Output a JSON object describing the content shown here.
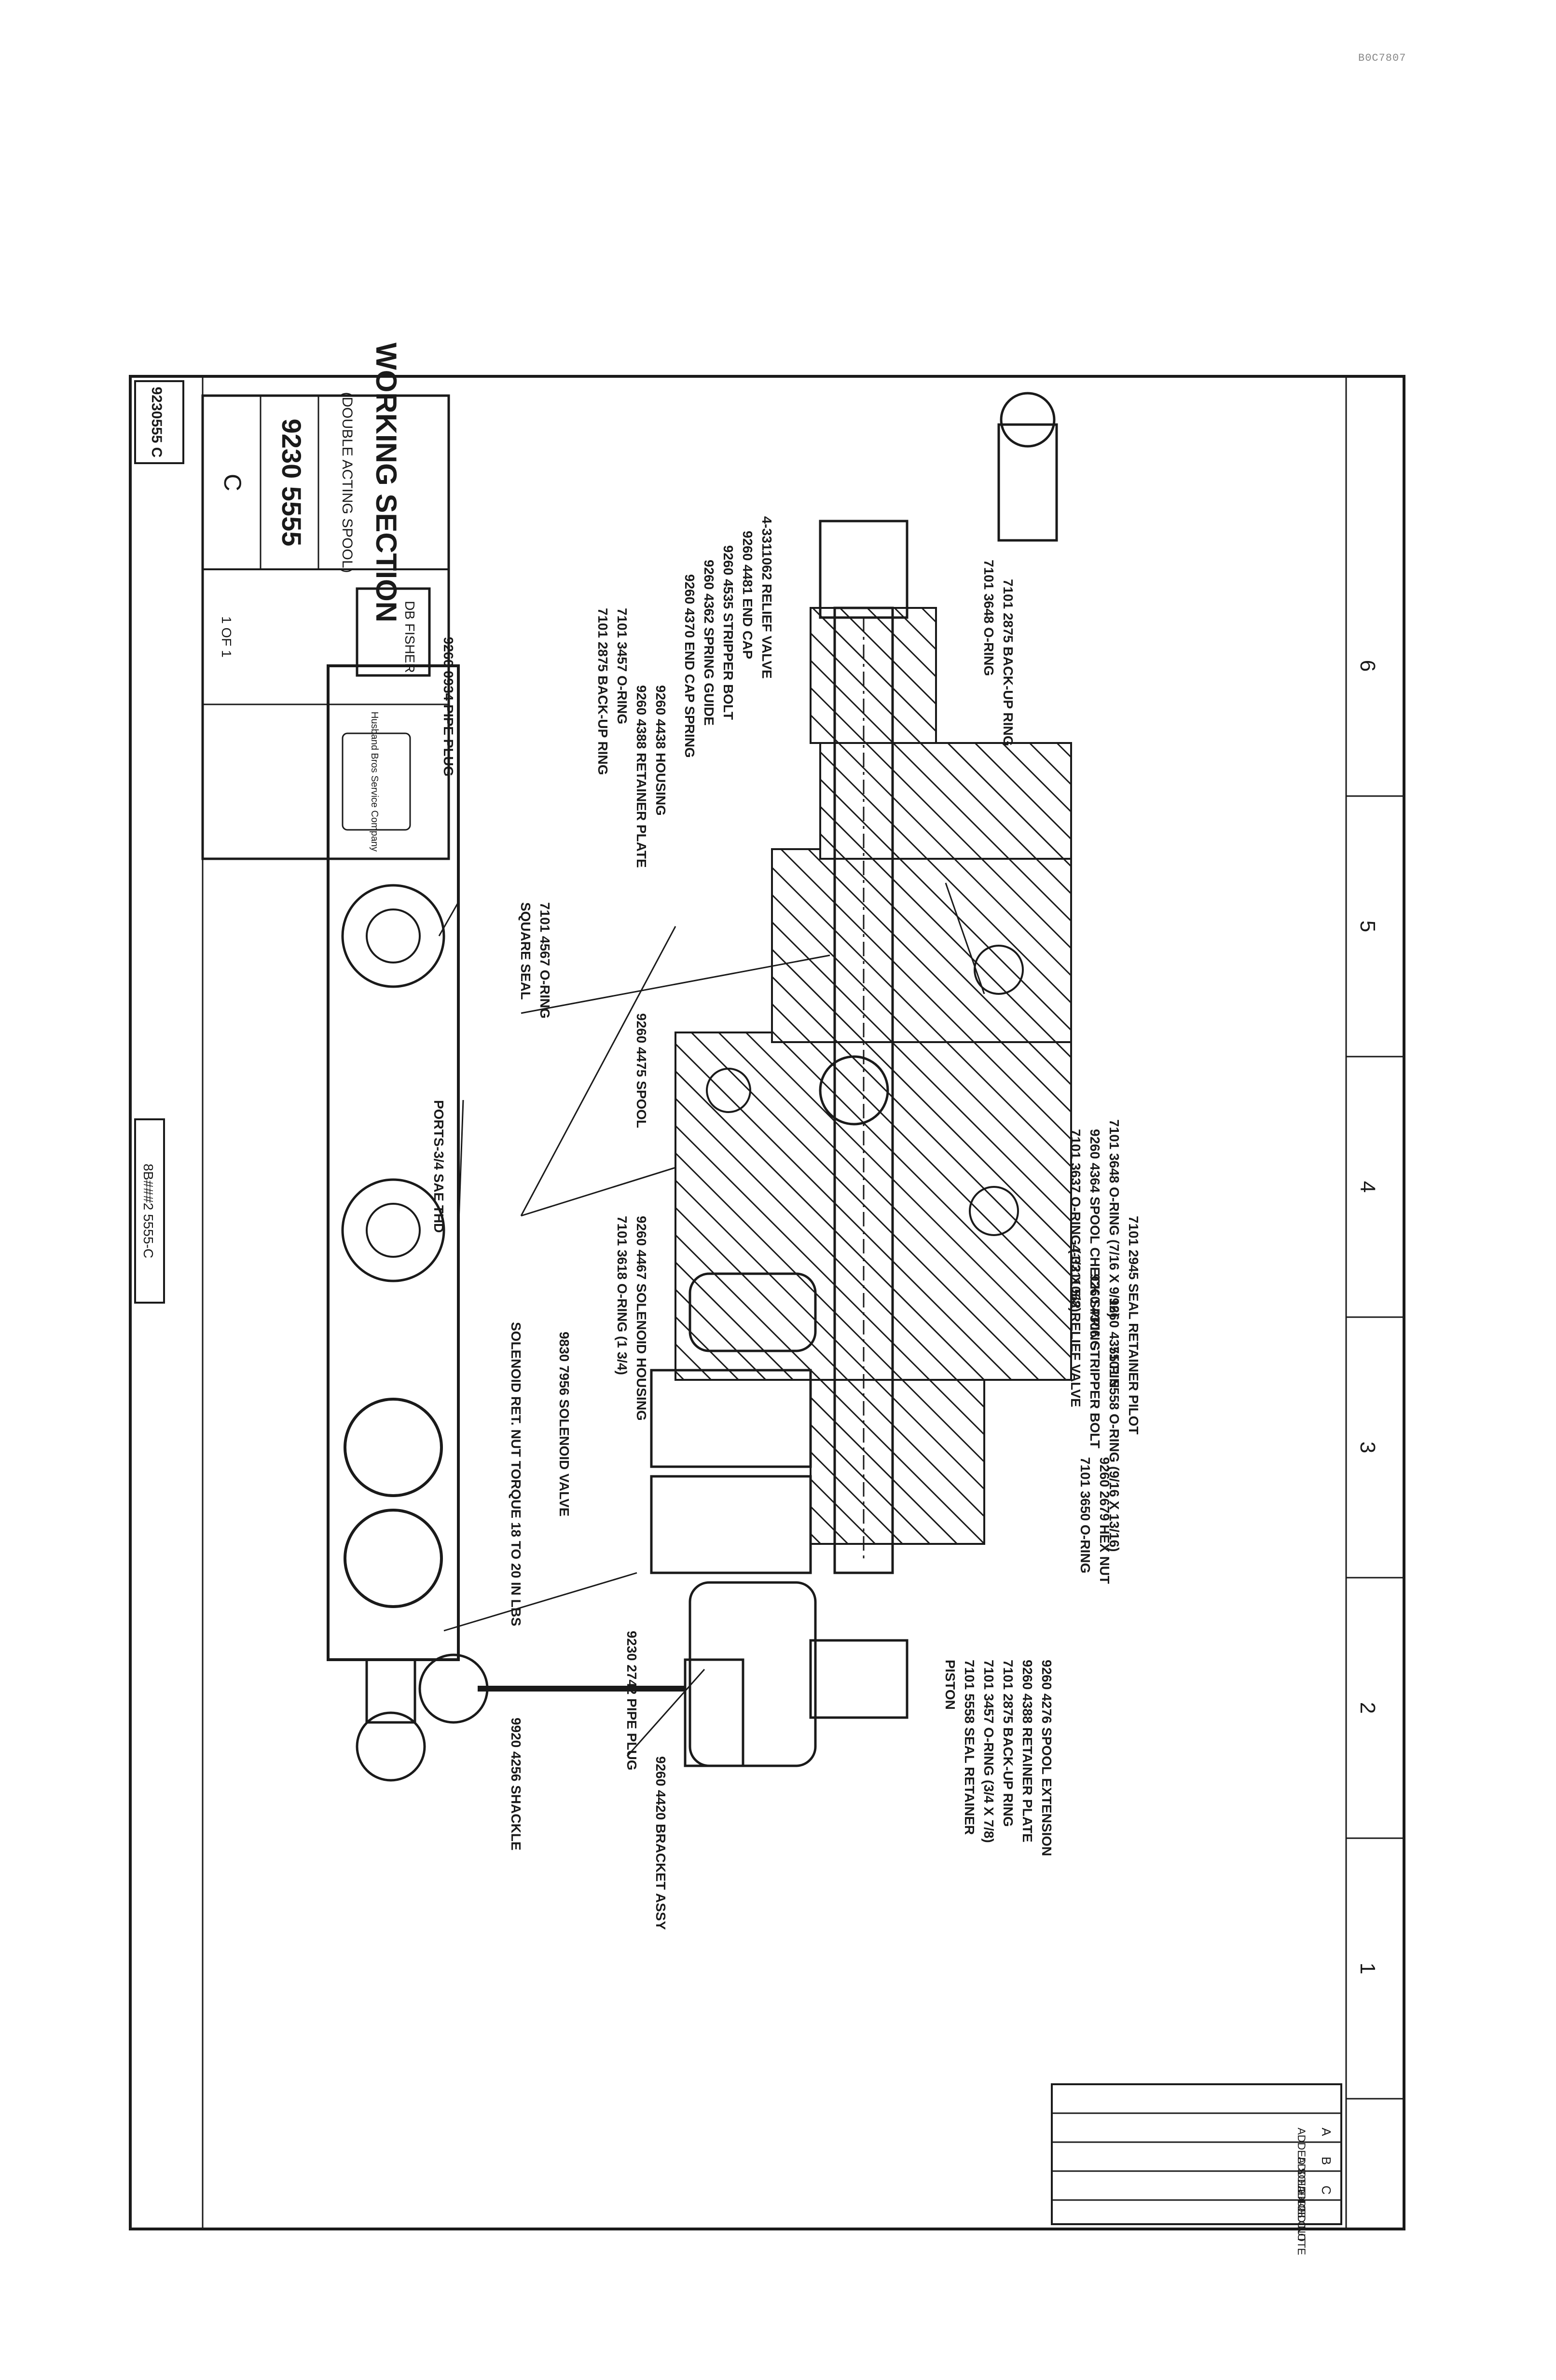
{
  "corner_code": "B0C7807",
  "drawing": {
    "zone_numbers": [
      "1",
      "2",
      "3",
      "4",
      "5",
      "6"
    ],
    "side_dwg_no": "9230555 C",
    "bottom_tab": "8B###2 5555-C",
    "title_block": {
      "title": "WORKING SECTION",
      "subtitle": "(DOUBLE ACTING SPOOL)",
      "drawing_number": "9230 5555",
      "revision": "C",
      "drawn_by": "DB FISHER",
      "sheet": "1 OF 1",
      "logo_text": "Husband Bros Service Company"
    },
    "revisions": [
      {
        "rev": "A",
        "desc": "ADDED SOLENOID"
      },
      {
        "rev": "B",
        "desc": "ADDED 4-28 CUT"
      },
      {
        "rev": "C",
        "desc": "ADDED NOTE"
      }
    ],
    "labels": {
      "shackle": "9920 4256 SHACKLE",
      "bracket": "9260 4420 BRACKET ASSY",
      "pipe_plug": "9230 2742 PIPE PLUG",
      "spool_ext": "9260 4276 SPOOL EXTENSION",
      "retainer_plate": "9260 4388 RETAINER PLATE",
      "backup_ring": "7101 2875 BACK-UP RING",
      "oring1": "7101 3457 O-RING (3/4 X 7/8)",
      "seal_retainer": "7101 5558 SEAL RETAINER",
      "piston": "PISTON",
      "hex_nut": "9260 2679 HEX NUT",
      "oring2": "7101 3650 O-RING",
      "oring3": "7101 5558 O-RING (9/16 X 13/16)",
      "pin": "9260 4355 PIN",
      "stripper_bolt": "9260 4306 STRIPPER BOLT",
      "relief_valve": "4-3311062 RELIEF VALVE",
      "seal_retainer_pilot": "7101 2945 SEAL RETAINER PILOT",
      "oring4": "7101 3648 O-RING (7/16 X 9/16)",
      "spool_check": "9260 4364 SPOOL CHECK SPRING",
      "oring5": "7101 3637 O-RING (1/2 X 5/8)",
      "solenoid_housing": "9260 4467 SOLENOID HOUSING",
      "oring6": "7101 3618 O-RING (1 3/4)",
      "solenoid_valve": "9830 7956 SOLENOID VALVE",
      "solenoid_nut": "SOLENOID RET. NUT TORQUE 18 TO 20 IN LBS",
      "spool": "9260 4475 SPOOL",
      "ports": "PORTS-3/4 SAE THD",
      "oring7": "7101 4567 O-RING",
      "square_seal": "SQUARE SEAL",
      "pipe_plug2": "9260 0934 PIPE PLUG",
      "housing": "9260 4438 HOUSING",
      "retainer_plate2": "9260 4388 RETAINER PLATE",
      "oring8": "7101 3457 O-RING",
      "backup_ring2": "7101 2875 BACK-UP RING",
      "end_cap_spring": "9260 4370 END CAP SPRING",
      "spring_guide": "9260 4362 SPRING GUIDE",
      "stripper_bolt2": "9260 4535 STRIPPER BOLT",
      "end_cap": "9260 4481 END CAP",
      "relief_valve2": "4-3311062 RELIEF VALVE",
      "backup3": "7101 2875 BACK-UP RING",
      "oring9": "7101 3648 O-RING"
    }
  }
}
